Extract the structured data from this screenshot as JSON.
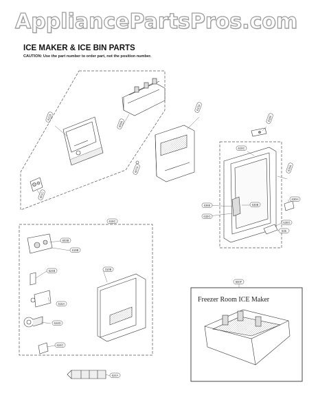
{
  "watermark": "AppliancePartsPros.com",
  "header": {
    "title": "ICE MAKER & ICE BIN PARTS",
    "caution": "CAUTION: Use the part number to order part, not the position number."
  },
  "freezer_label": "Freezer Room ICE Maker",
  "callouts": {
    "c612A": "612A",
    "c600A": "600A",
    "c615A": "615A",
    "c616F": "616F",
    "c601C": "601C",
    "c607A": "607A",
    "c610C": "610C",
    "c630A": "630A",
    "c636E": "636E",
    "c630B": "630B",
    "c632G": "632G",
    "c630H": "630H",
    "c630G": "630G",
    "c645": "645",
    "c616C": "616C",
    "c603B": "603B",
    "c619B": "619B",
    "c624B": "624B",
    "c615A2": "615A",
    "c624D": "624D",
    "c624C": "624C",
    "c310B": "310B",
    "c600F": "600F",
    "c624A": "624A"
  }
}
